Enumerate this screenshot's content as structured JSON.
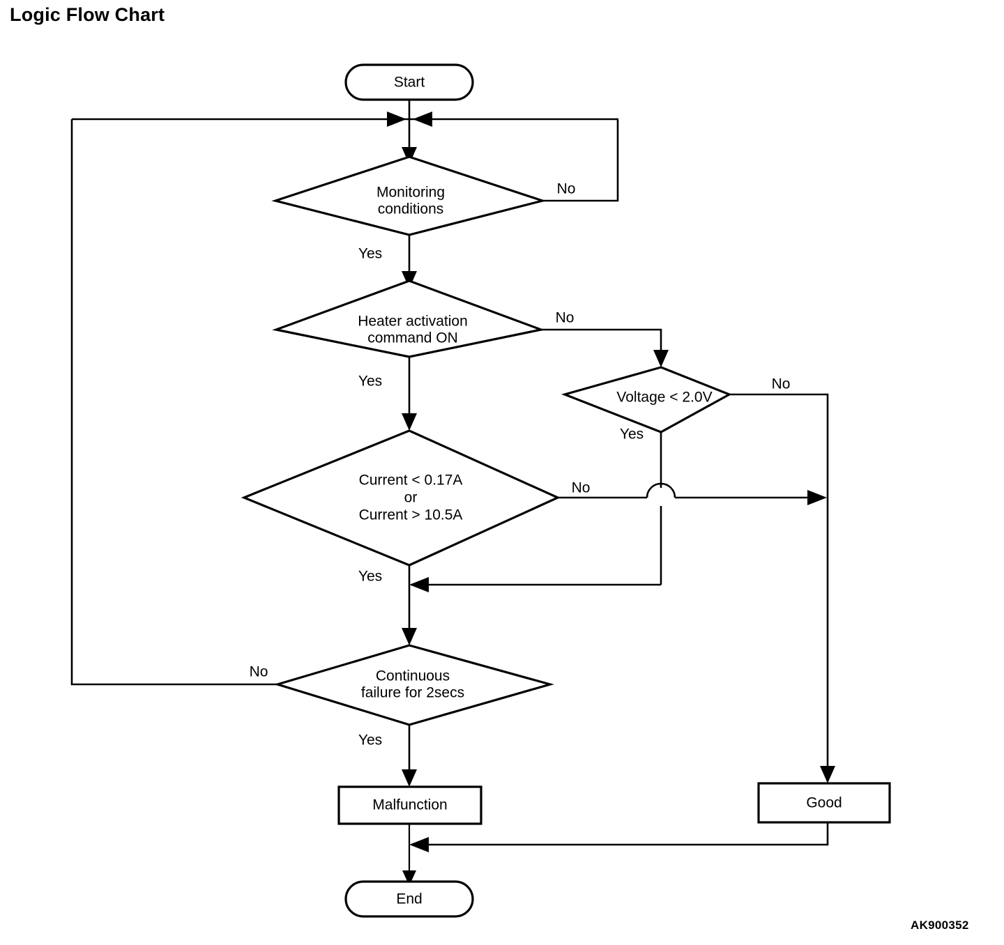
{
  "page": {
    "title": "Logic Flow Chart",
    "reference_code": "AK900352",
    "background_color": "#ffffff",
    "line_color": "#000000"
  },
  "chart_data": {
    "type": "diagram",
    "diagram_kind": "flowchart",
    "title": "Logic Flow Chart",
    "nodes": [
      {
        "id": "start",
        "shape": "terminator",
        "label": "Start"
      },
      {
        "id": "monitor",
        "shape": "decision",
        "label": "Monitoring conditions",
        "lines": [
          "Monitoring",
          "conditions"
        ]
      },
      {
        "id": "heater",
        "shape": "decision",
        "label": "Heater activation command ON",
        "lines": [
          "Heater activation",
          "command ON"
        ]
      },
      {
        "id": "voltage",
        "shape": "decision",
        "label": "Voltage < 2.0V",
        "lines": [
          "Voltage < 2.0V"
        ]
      },
      {
        "id": "current",
        "shape": "decision",
        "label": "Current < 0.17A or Current > 10.5A",
        "lines": [
          "Current < 0.17A",
          "or",
          "Current > 10.5A"
        ]
      },
      {
        "id": "continuous",
        "shape": "decision",
        "label": "Continuous failure for 2secs",
        "lines": [
          "Continuous",
          "failure for 2secs"
        ]
      },
      {
        "id": "malfunction",
        "shape": "process",
        "label": "Malfunction"
      },
      {
        "id": "good",
        "shape": "process",
        "label": "Good"
      },
      {
        "id": "end",
        "shape": "terminator",
        "label": "End"
      }
    ],
    "edges": [
      {
        "from": "start",
        "to": "monitor",
        "label": ""
      },
      {
        "from": "monitor",
        "to": "start_join",
        "label": "No"
      },
      {
        "from": "monitor",
        "to": "heater",
        "label": "Yes"
      },
      {
        "from": "heater",
        "to": "voltage",
        "label": "No"
      },
      {
        "from": "heater",
        "to": "current",
        "label": "Yes"
      },
      {
        "from": "voltage",
        "to": "good",
        "label": "No"
      },
      {
        "from": "voltage",
        "to": "continuous",
        "label": "Yes"
      },
      {
        "from": "current",
        "to": "good",
        "label": "No"
      },
      {
        "from": "current",
        "to": "continuous",
        "label": "Yes"
      },
      {
        "from": "continuous",
        "to": "start_join",
        "label": "No"
      },
      {
        "from": "continuous",
        "to": "malfunction",
        "label": "Yes"
      },
      {
        "from": "malfunction",
        "to": "end",
        "label": ""
      },
      {
        "from": "good",
        "to": "end",
        "label": ""
      }
    ],
    "edge_labels": {
      "monitor_no": "No",
      "monitor_yes": "Yes",
      "heater_no": "No",
      "heater_yes": "Yes",
      "voltage_no": "No",
      "voltage_yes": "Yes",
      "current_no": "No",
      "current_yes": "Yes",
      "continuous_no": "No",
      "continuous_yes": "Yes"
    }
  },
  "nodes": {
    "start": {
      "label": "Start"
    },
    "monitoring": {
      "line1": "Monitoring",
      "line2": "conditions"
    },
    "heater": {
      "line1": "Heater activation",
      "line2": "command ON"
    },
    "voltage": {
      "line1": "Voltage < 2.0V"
    },
    "current": {
      "line1": "Current < 0.17A",
      "line2": "or",
      "line3": "Current > 10.5A"
    },
    "continuous": {
      "line1": "Continuous",
      "line2": "failure for 2secs"
    },
    "malfunction": {
      "label": "Malfunction"
    },
    "good": {
      "label": "Good"
    },
    "end": {
      "label": "End"
    }
  },
  "labels": {
    "monitoring_no": "No",
    "monitoring_yes": "Yes",
    "heater_no": "No",
    "heater_yes": "Yes",
    "voltage_no": "No",
    "voltage_yes": "Yes",
    "current_no": "No",
    "current_yes": "Yes",
    "continuous_no": "No",
    "continuous_yes": "Yes"
  }
}
